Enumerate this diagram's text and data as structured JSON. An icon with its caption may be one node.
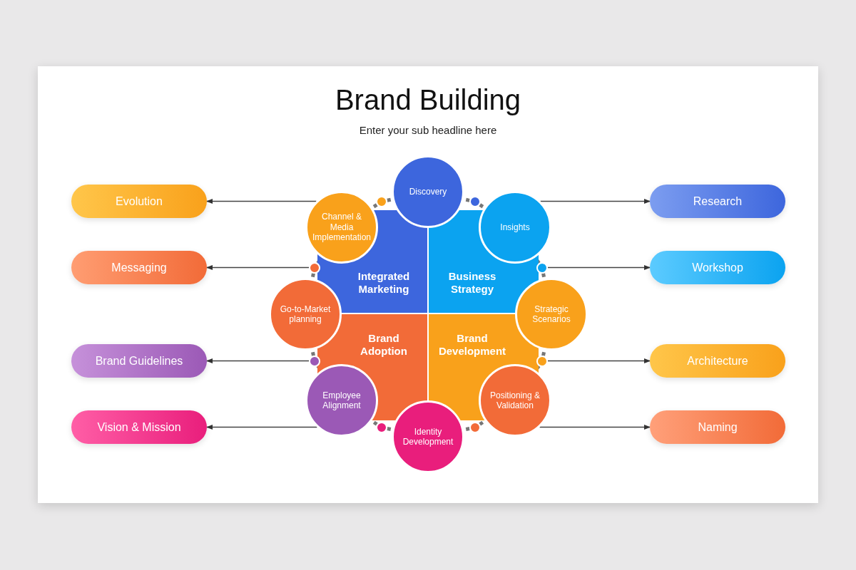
{
  "diagram": {
    "title": "Brand Building",
    "nodes": [
      {
        "text": [
          "Evolution"
        ]
      },
      {
        "text": [
          "Messaging"
        ]
      },
      {
        "text": [
          "Brand Guidelines"
        ]
      },
      {
        "text": [
          "Vision & Mission"
        ]
      },
      {
        "text": [
          "Integrated Marketing"
        ]
      },
      {
        "text": [
          "Business Strategy"
        ]
      },
      {
        "text": [
          "Brand Adoption"
        ]
      },
      {
        "text": [
          "Brand Development"
        ]
      },
      {
        "text": [
          "Discovery"
        ]
      },
      {
        "text": [
          "Insights"
        ]
      },
      {
        "text": [
          "Strategic Scenarios"
        ]
      },
      {
        "text": [
          "Positioning & Validation"
        ]
      },
      {
        "text": [
          "Identity Development"
        ]
      },
      {
        "text": [
          "Employee Alignment"
        ]
      },
      {
        "text": [
          "Go-to-Market planning"
        ]
      },
      {
        "text": [
          "Channel & Media Implementation"
        ]
      },
      {
        "text": [
          "Research"
        ]
      },
      {
        "text": [
          "Workshop"
        ]
      },
      {
        "text": [
          "Architecture"
        ]
      },
      {
        "text": [
          "Naming"
        ]
      },
      {
        "text": [],
        "shape": "circle"
      },
      {
        "text": [],
        "shape": "circle"
      },
      {
        "text": [],
        "shape": "circle"
      },
      {
        "text": [],
        "shape": "circle"
      },
      {
        "text": [],
        "shape": "circle"
      },
      {
        "text": [],
        "shape": "circle"
      },
      {
        "text": [],
        "shape": "circle"
      },
      {
        "text": [],
        "shape": "circle"
      }
    ],
    "edges": [
      {
        "from": 15,
        "to": 0,
        "arrow": "to"
      },
      {
        "from": 22,
        "to": 1,
        "arrow": "to"
      },
      {
        "from": 24,
        "to": 2,
        "arrow": "to"
      },
      {
        "from": 13,
        "to": 3,
        "arrow": "to"
      },
      {
        "from": 9,
        "to": 16,
        "arrow": "to"
      },
      {
        "from": 23,
        "to": 17,
        "arrow": "to"
      },
      {
        "from": 25,
        "to": 18,
        "arrow": "to"
      },
      {
        "from": 11,
        "to": 19,
        "arrow": "to"
      }
    ],
    "labels": [
      "Enter your sub headline here"
    ]
  }
}
